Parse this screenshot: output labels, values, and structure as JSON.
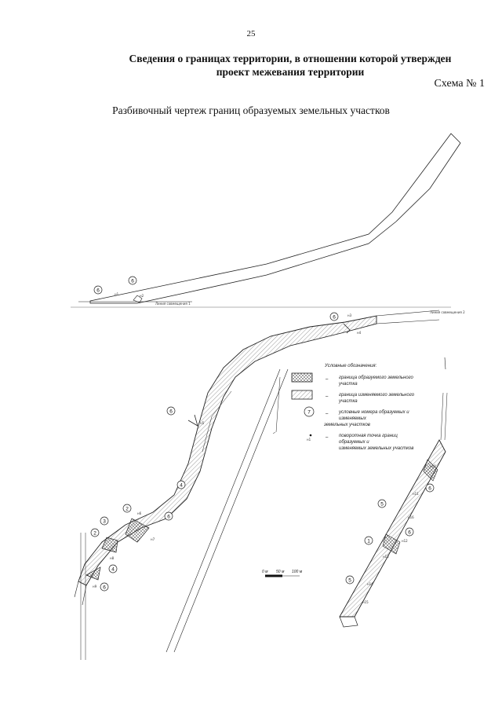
{
  "header": {
    "page_number": "25",
    "title_line1": "Сведения о границах территории, в отношении которой утвержден",
    "title_line2": "проект межевания территории",
    "scheme_label": "Схема № 1",
    "subtitle": "Разбивочный чертеж границ образуемых земельных участков"
  },
  "legend": {
    "title": "Условные обозначения:",
    "items": [
      {
        "text_line1": "граница образуемого земельного",
        "text_line2": "участка"
      },
      {
        "text_line1": "граница изменяемого земельного",
        "text_line2": "участка"
      },
      {
        "text_line1": "условные номера образуемых и",
        "text_line2": "изменяемых",
        "text_line3": "земельных участков"
      },
      {
        "text_line1": "поворотная точка границ",
        "text_line2": "образуемых и",
        "text_line3": "изменяемых земельных участков"
      }
    ],
    "dash": "–"
  },
  "scale_bar": {
    "label_0": "0 м",
    "label_50": "50 м",
    "label_100": "100 м"
  },
  "match_lines": {
    "a": "Линия совмещения 1",
    "b": "Линия совмещения 2"
  },
  "parcel_numbers": {
    "top_a": "6",
    "top_b": "6",
    "upper_right": "6",
    "mid_left": "6",
    "middle": "4",
    "bend": "6",
    "left_2": "2",
    "left_3": "3",
    "left_2b": "2",
    "left_4": "4",
    "left_6": "6",
    "right_5a": "5",
    "right_6": "6",
    "right_1": "1",
    "right_6b": "6",
    "right_5b": "5",
    "legend_sample": "7"
  },
  "point_labels": {
    "p1": "н1",
    "p2": "н2",
    "p3": "н3",
    "p4": "н4",
    "p5": "н5",
    "p6": "н6",
    "p7": "н7",
    "p8": "н8",
    "p9": "н9",
    "p10": "н10",
    "p11": "н11",
    "p12": "н12",
    "p13": "н13",
    "p14": "н14",
    "p15": "н15",
    "p16": "н16"
  }
}
